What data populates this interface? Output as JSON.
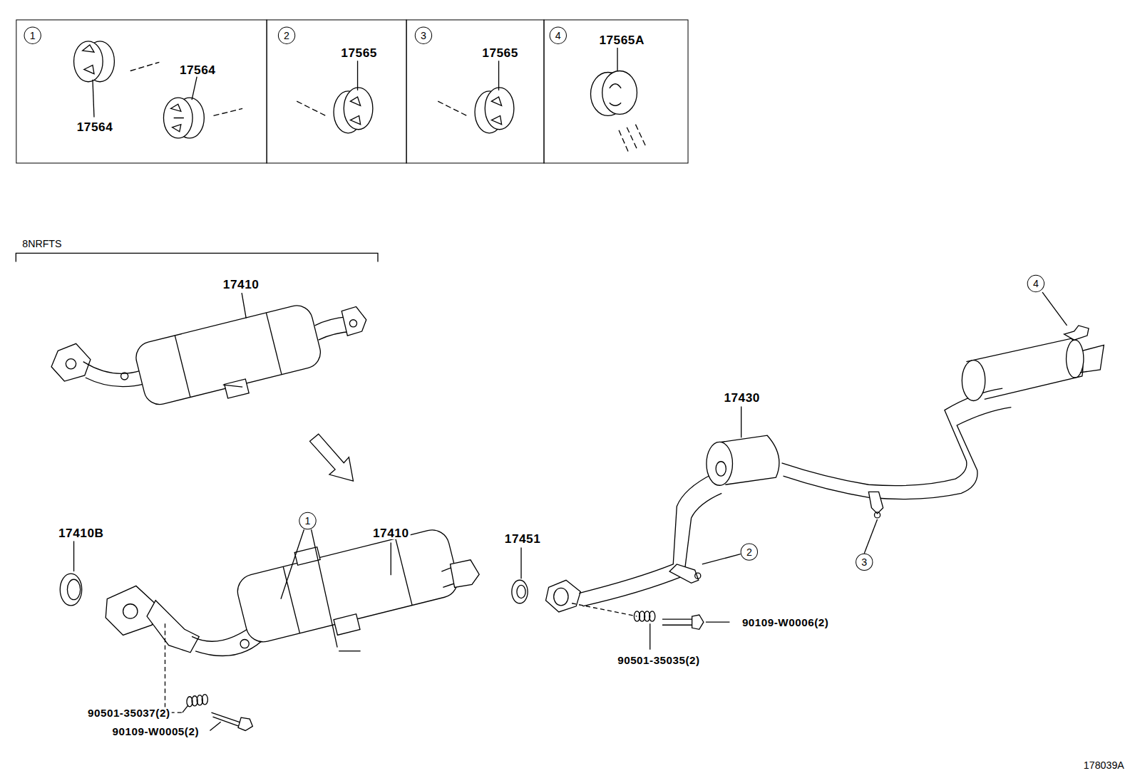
{
  "diagram": {
    "nodes": [
      {
        "text": [
          "17564",
          "17564"
        ]
      },
      {
        "text": [
          "1"
        ],
        "in": 0
      },
      {
        "text": [
          "17565"
        ]
      },
      {
        "text": [
          "2"
        ],
        "in": 2
      },
      {
        "text": [
          "17565"
        ]
      },
      {
        "text": [
          "3"
        ],
        "in": 4
      },
      {
        "text": [
          "17565A"
        ]
      },
      {
        "text": [
          "4"
        ],
        "in": 6
      },
      {
        "text": [
          "1"
        ]
      },
      {
        "text": [
          "2"
        ]
      },
      {
        "text": [
          "3"
        ]
      },
      {
        "text": [
          "4"
        ]
      }
    ],
    "labels": [
      "8NRFTS",
      "17410",
      "17410B",
      "17410",
      "17451",
      "17430",
      "90109-W0006(2)",
      "90501-35035(2)",
      "90501-35037(2)",
      "90109-W0005(2)",
      "178039A"
    ]
  }
}
